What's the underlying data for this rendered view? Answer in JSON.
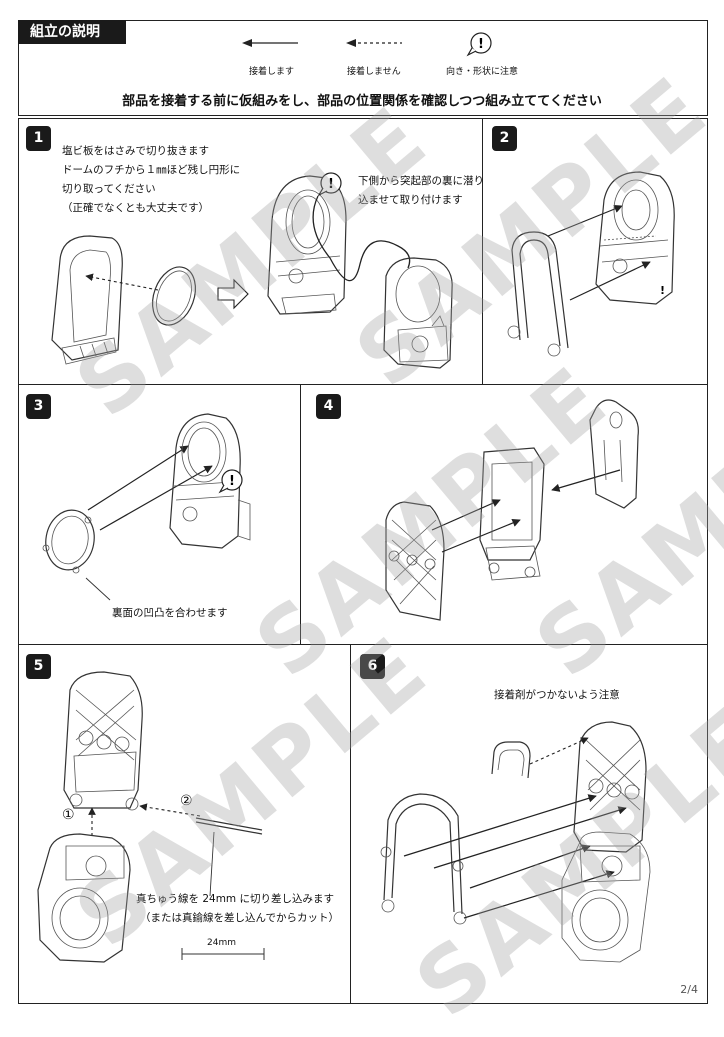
{
  "header": {
    "title": "組立の説明",
    "legend": [
      {
        "label": "接着します"
      },
      {
        "label": "接着しません"
      },
      {
        "label": "向き・形状に注意"
      }
    ],
    "instruction": "部品を接着する前に仮組みをし、部品の位置関係を確認しつつ組み立ててください"
  },
  "steps": [
    {
      "num": "1",
      "notes": [
        "塩ビ板をはさみで切り抜きます",
        "ドームのフチから１㎜ほど残し円形に",
        "切り取ってください",
        "（正確でなくとも大丈夫です）"
      ],
      "note2": [
        "下側から突起部の裏に潜り",
        "込ませて取り付けます"
      ]
    },
    {
      "num": "2"
    },
    {
      "num": "3",
      "note": "裏面の凹凸を合わせます"
    },
    {
      "num": "4"
    },
    {
      "num": "5",
      "circle1": "①",
      "circle2": "②",
      "notes": [
        "真ちゅう線を 24mm に切り差し込みます",
        "（または真鍮線を差し込んでからカット）"
      ],
      "dimension": "24mm"
    },
    {
      "num": "6",
      "note": "接着剤がつかないよう注意"
    }
  ],
  "watermark": "SAMPLE",
  "page": "2/4"
}
